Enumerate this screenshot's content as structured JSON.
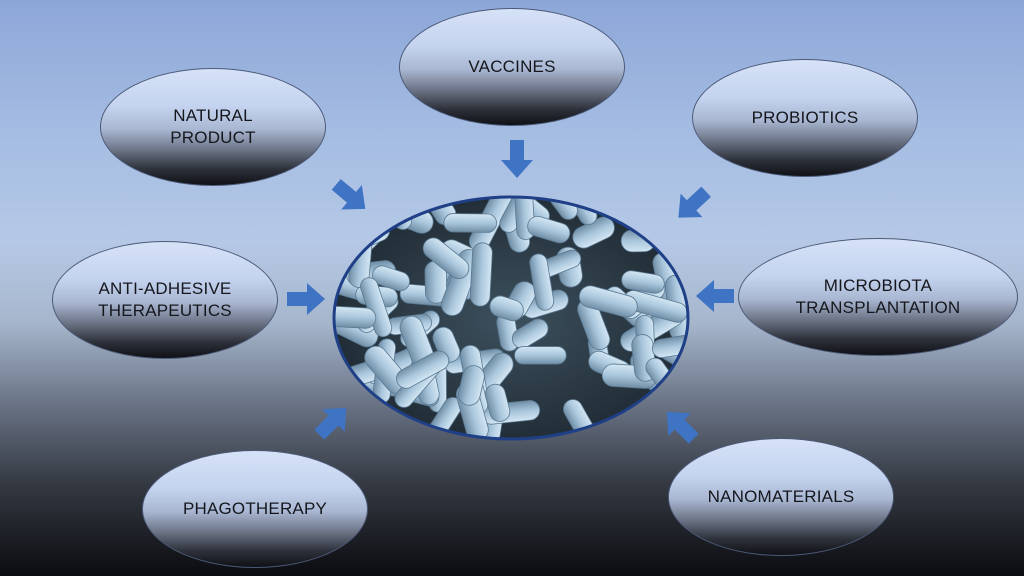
{
  "nodes": {
    "vaccines": "VACCINES",
    "natural_product": "NATURAL\nPRODUCT",
    "probiotics": "PROBIOTICS",
    "anti_adhesive": "ANTI-ADHESIVE\nTHERAPEUTICS",
    "microbiota": "MICROBIOTA\nTRANSPLANTATION",
    "phagotherapy": "PHAGOTHERAPY",
    "nanomaterials": "NANOMATERIALS"
  },
  "center": {
    "image": "rod-shaped-bacteria-micrograph"
  },
  "colors": {
    "arrow": "#3f73c4",
    "image_border": "#1f3f86",
    "bacteria": "#a9c6dc",
    "image_background": "#273540"
  }
}
